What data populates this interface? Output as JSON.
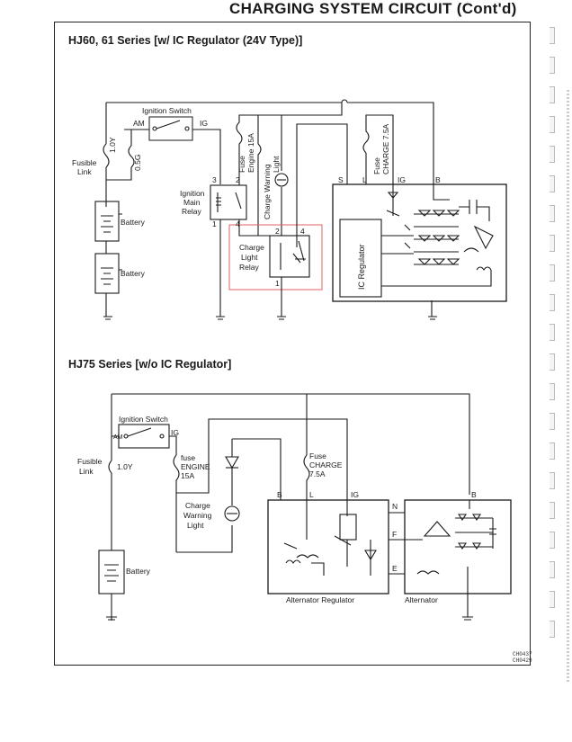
{
  "page": {
    "title": "CHARGING SYSTEM CIRCUIT (Cont'd)"
  },
  "section1": {
    "title": "HJ60, 61 Series [w/ IC Regulator (24V Type)]",
    "ignition_switch": "Ignition Switch",
    "am": "AM",
    "ig": "IG",
    "fusible_link_1": "Fusible",
    "fusible_link_2": "Link",
    "fl_1_0y": "1.0Y",
    "fl_0_5g": "0.5G",
    "battery_1": "Battery",
    "battery_2": "Battery",
    "main_relay_1": "Ignition",
    "main_relay_2": "Main",
    "main_relay_3": "Relay",
    "pin_3": "3",
    "pin_2": "2",
    "pin_1": "1",
    "pin_4": "4",
    "fuse_engine_1": "Fuse",
    "fuse_engine_2": "Engine 15A",
    "warning_light_1": "Charge Warning",
    "warning_light_2": "Light",
    "charge_relay_1": "Charge",
    "charge_relay_2": "Light",
    "charge_relay_3": "Relay",
    "cr_pin_2": "2",
    "cr_pin_4": "4",
    "cr_pin_1": "1",
    "fuse_charge_1": "Fuse",
    "fuse_charge_2": "CHARGE 7.5A",
    "term_s": "S",
    "term_l": "L",
    "term_ig": "IG",
    "term_b": "B",
    "ic_regulator": "IC Regulator"
  },
  "section2": {
    "title": "HJ75 Series [w/o IC Regulator]",
    "ignition_switch": "Ignition Switch",
    "am": "AM",
    "ig": "IG",
    "fusible_1": "Fusible",
    "fusible_2": "Link",
    "fl_value": "1.0Y",
    "fuse_engine_1": "fuse",
    "fuse_engine_2": "ENGINE",
    "fuse_engine_3": "15A",
    "fuse_charge_1": "Fuse",
    "fuse_charge_2": "CHARGE",
    "fuse_charge_3": "7.5A",
    "warning_1": "Charge",
    "warning_2": "Warning",
    "warning_3": "Light",
    "battery": "Battery",
    "term_b": "B",
    "term_l": "L",
    "term_ig": "IG",
    "term_n": "N",
    "term_f": "F",
    "term_e": "E",
    "term_b2": "B",
    "alt_regulator": "Alternator Regulator",
    "alternator": "Alternator"
  },
  "footer": {
    "code_1": "CH0437",
    "code_2": "CH0429"
  },
  "colors": {
    "highlight": "#e06060",
    "line": "#1a1a1a"
  }
}
